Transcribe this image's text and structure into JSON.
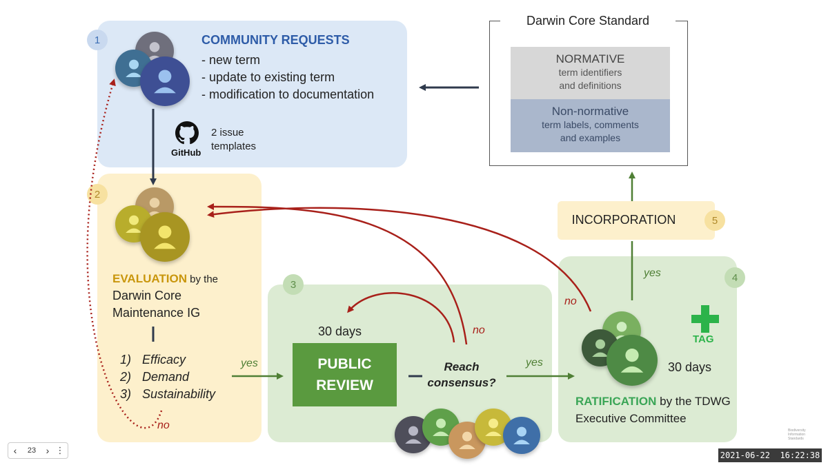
{
  "steps": {
    "s1": {
      "number": "1",
      "title": "COMMUNITY REQUESTS",
      "items": [
        "- new term",
        "- update to existing term",
        "- modification to documentation"
      ],
      "github_label": "GitHub",
      "templates": [
        "2 issue",
        "templates"
      ]
    },
    "s2": {
      "number": "2",
      "title": "EVALUATION",
      "by": " by the",
      "lines": [
        "Darwin Core",
        "Maintenance IG"
      ],
      "criteria": [
        {
          "n": "1)",
          "label": "Efficacy"
        },
        {
          "n": "2)",
          "label": "Demand"
        },
        {
          "n": "3)",
          "label": "Sustainability"
        }
      ]
    },
    "s3": {
      "number": "3",
      "days": "30 days",
      "public_review": [
        "PUBLIC",
        "REVIEW"
      ],
      "consensus": [
        "Reach",
        "consensus?"
      ]
    },
    "s4": {
      "number": "4",
      "tag": "TAG",
      "days": "30 days",
      "title": "RATIFICATION",
      "by": " by the TDWG",
      "line2": "Executive Committee"
    },
    "s5": {
      "number": "5",
      "title": "INCORPORATION"
    }
  },
  "standard": {
    "title": "Darwin Core Standard",
    "normative": {
      "title": "NORMATIVE",
      "lines": [
        "term identifiers",
        "and definitions"
      ]
    },
    "non_normative": {
      "title": "Non-normative",
      "lines": [
        "term labels, comments",
        "and examples"
      ]
    }
  },
  "flow_labels": {
    "yes_eval_to_review": "yes",
    "yes_review_to_ratification": "yes",
    "yes_ratification_to_incorporation": "yes",
    "no_review": "no",
    "no_ratification": "no",
    "no_evaluation": "no"
  },
  "controls": {
    "prev": "‹",
    "page": "23",
    "next": "›",
    "more": "⋮"
  },
  "timestamp": "2021-06-22  16:22:38",
  "logo_text": [
    "Biodiversity",
    "Information",
    "Standards"
  ],
  "colors": {
    "blue_box": "#dce8f6",
    "yellow_box": "#fdf0cc",
    "green_box": "#dcebd3",
    "title_blue": "#2e5ca8",
    "title_gold": "#c9960c",
    "title_green": "#3aa556",
    "review_green": "#5a9a3f",
    "no_red": "#a8201a",
    "yes_green": "#4f7f35",
    "tag_green": "#2cb34a"
  }
}
